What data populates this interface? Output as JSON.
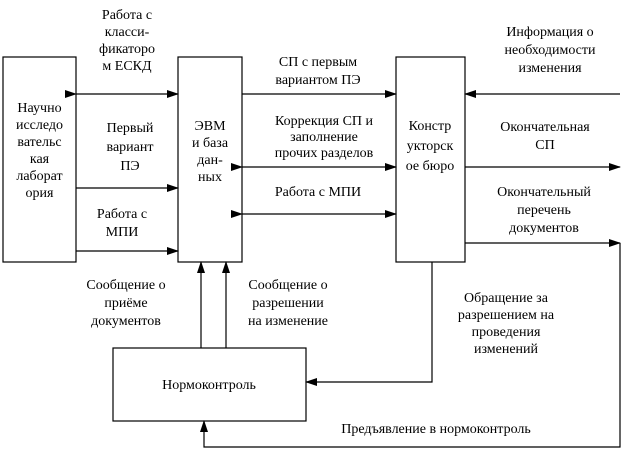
{
  "nodes": {
    "lab": {
      "lines": [
        "Научно",
        "исследо",
        "вательс",
        "кая",
        "лаборат",
        "ория"
      ]
    },
    "evm": {
      "lines": [
        "ЭВМ",
        "и база",
        "дан-",
        "ных"
      ]
    },
    "kb": {
      "lines": [
        "Констр",
        "укторск",
        "ое бюро"
      ]
    },
    "nk": {
      "lines": [
        "Нормоконтроль"
      ]
    }
  },
  "edges": {
    "lab_evm_classifier": {
      "lines": [
        "Работа с",
        "класси-",
        "фикаторо",
        "м ЕСКД"
      ]
    },
    "lab_evm_first_variant": {
      "lines": [
        "Первый",
        "вариант",
        "ПЭ"
      ]
    },
    "lab_evm_mpi": {
      "lines": [
        "Работа с",
        "МПИ"
      ]
    },
    "evm_kb_sp_first": {
      "lines": [
        "СП с первым",
        "вариантом ПЭ"
      ]
    },
    "kb_evm_correction": {
      "lines": [
        "Коррекция СП и",
        "заполнение",
        "прочих разделов"
      ]
    },
    "evm_kb_mpi": {
      "lines": [
        "Работа с МПИ"
      ]
    },
    "in_kb_info": {
      "lines": [
        "Информация о",
        "необходимости",
        "изменения"
      ]
    },
    "kb_out_final_sp": {
      "lines": [
        "Окончательная",
        "СП"
      ]
    },
    "kb_out_final_list": {
      "lines": [
        "Окончательный",
        "перечень",
        "документов"
      ]
    },
    "nk_evm_receipt": {
      "lines": [
        "Сообщение о",
        "приёме",
        "документов"
      ]
    },
    "nk_evm_permission": {
      "lines": [
        "Сообщение о",
        "разрешении",
        "на изменение"
      ]
    },
    "kb_nk_request": {
      "lines": [
        "Обращение за",
        "разрешением на",
        "проведения",
        "изменений"
      ]
    },
    "in_nk_submission": {
      "lines": [
        "Предъявление в нормоконтроль"
      ]
    }
  },
  "colors": {
    "stroke": "#000000",
    "background": "#ffffff"
  }
}
